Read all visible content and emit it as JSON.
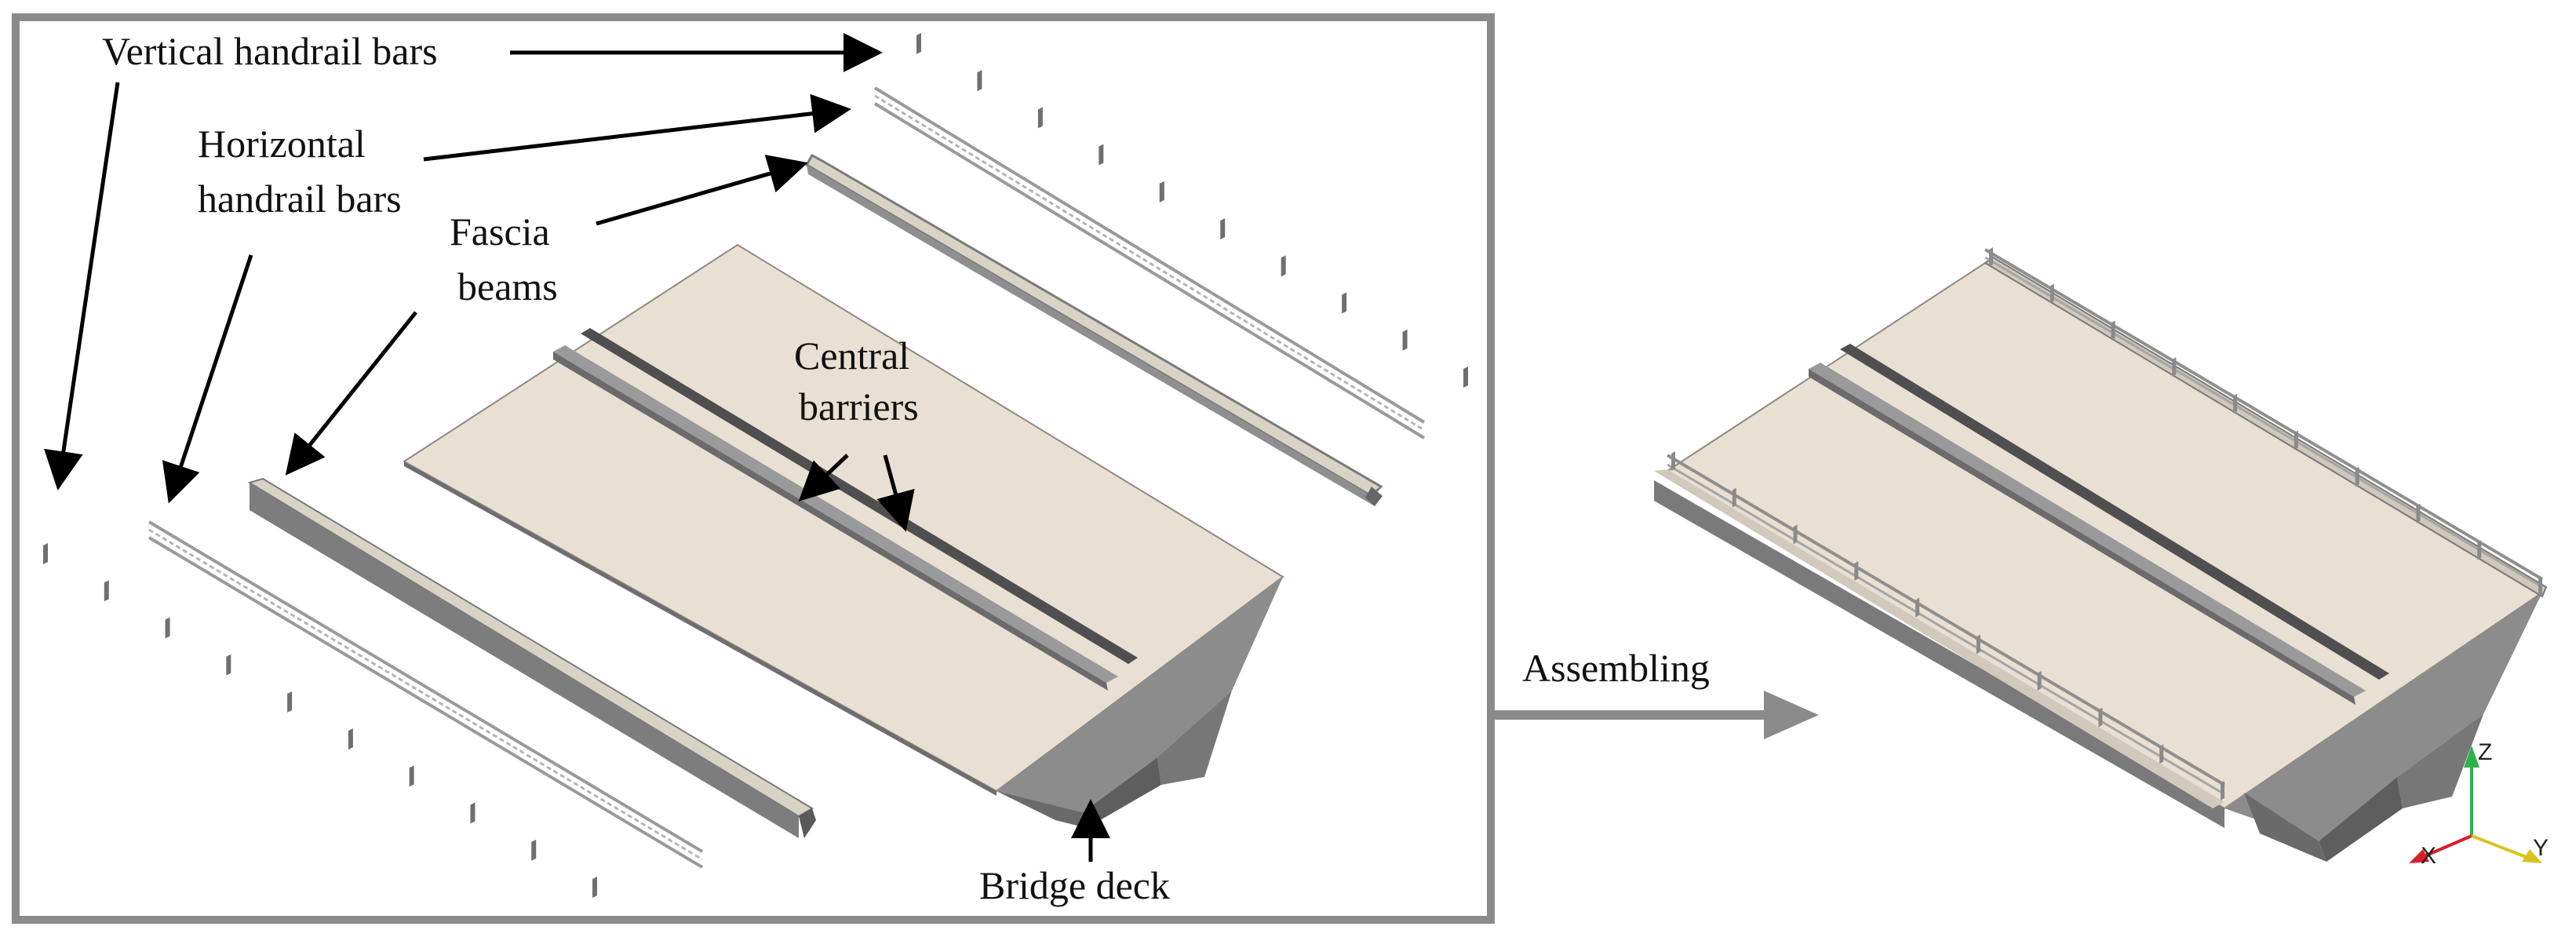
{
  "labels": {
    "vertical_handrail_bars": "Vertical handrail bars",
    "horizontal_handrail_bars_line1": "Horizontal",
    "horizontal_handrail_bars_line2": "handrail bars",
    "fascia_beams_line1": "Fascia",
    "fascia_beams_line2": "beams",
    "central_barriers_line1": "Central",
    "central_barriers_line2": "barriers",
    "bridge_deck": "Bridge deck",
    "assembling": "Assembling"
  },
  "axes": {
    "z": "Z",
    "x": "X",
    "y": "Y"
  },
  "colors": {
    "deck_top": "#e7e0d3",
    "deck_shadow": "#6e6e6e",
    "pier_dark": "#5e5e5e",
    "pier_light": "#8c8c8c",
    "barrier_dark": "#4f4f4f",
    "frame": "#8a8a8a",
    "axis_z": "#2db24a",
    "axis_x": "#d8202a",
    "axis_y": "#d9c31f"
  }
}
